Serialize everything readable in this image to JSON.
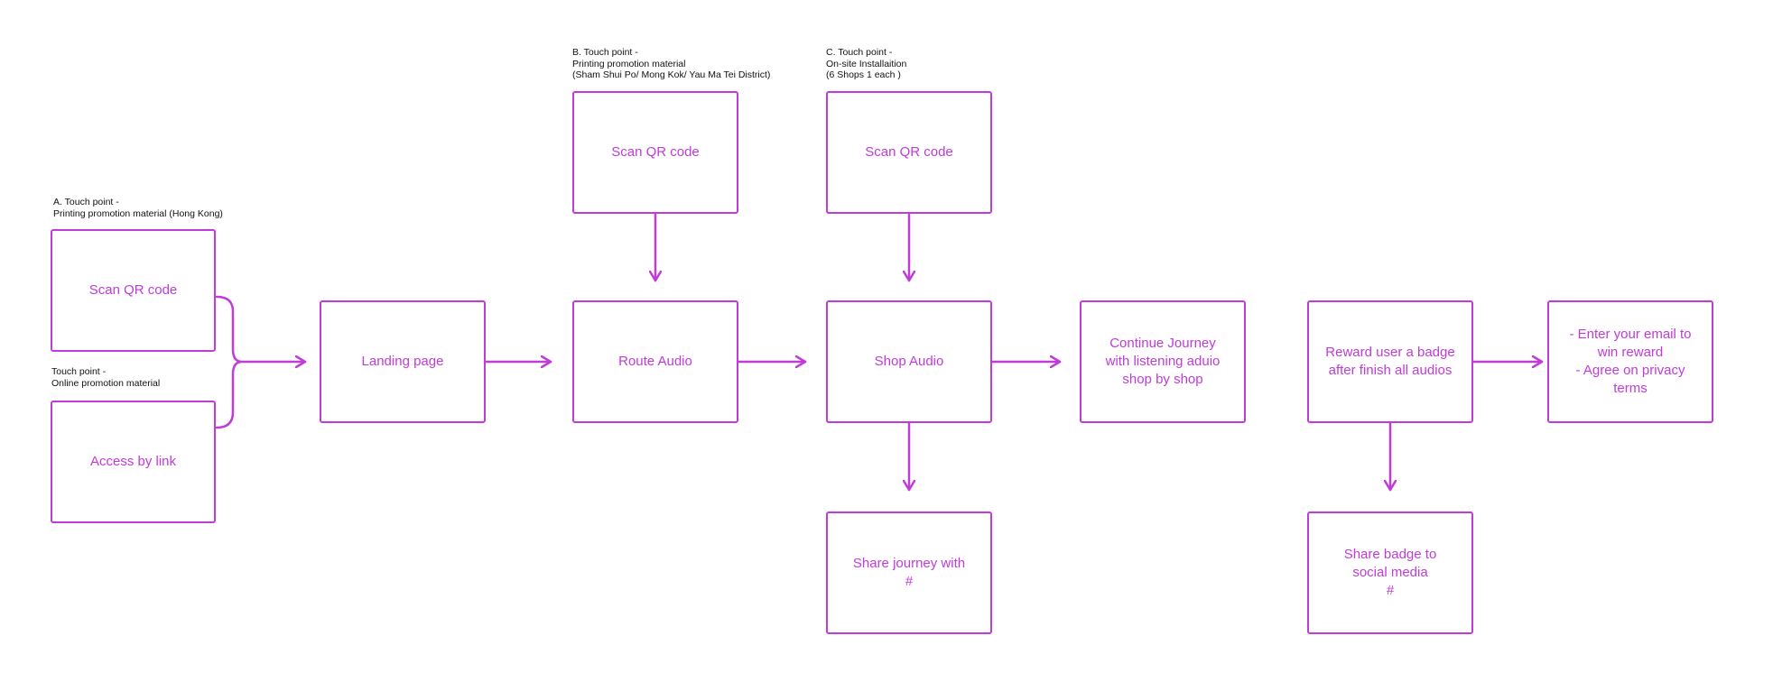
{
  "colors": {
    "accent": "#c03bd9",
    "note_text": "#111111",
    "background": "#ffffff"
  },
  "notes": {
    "a": "A. Touch point -\nPrinting promotion material (Hong Kong)",
    "online": "Touch point -\nOnline promotion material",
    "b": "B. Touch point -\nPrinting promotion material\n(Sham Shui Po/ Mong Kok/ Yau Ma Tei District)",
    "c": "C. Touch point -\nOn-site Installaition\n(6 Shops 1 each )"
  },
  "nodes": {
    "scan_qr_a": "Scan QR code",
    "access_by_link": "Access by link",
    "landing_page": "Landing page",
    "scan_qr_b": "Scan QR code",
    "route_audio": "Route Audio",
    "scan_qr_c": "Scan QR code",
    "shop_audio": "Shop Audio",
    "share_journey": "Share journey with\n#",
    "continue_journey": "Continue Journey\nwith listening aduio\nshop by shop",
    "reward_badge": "Reward user a badge\nafter finish all audios",
    "share_badge": "Share badge to\nsocial media\n#",
    "enter_email": "- Enter your email to\nwin reward\n- Agree on privacy\nterms"
  }
}
